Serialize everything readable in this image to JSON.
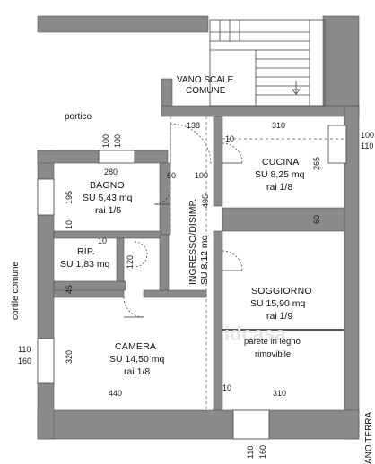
{
  "labels": {
    "stairwell_line1": "VANO SCALE",
    "stairwell_line2": "COMUNE",
    "portico": "portico",
    "courtyard": "cortile comune",
    "cut_text": "ANO TERRA"
  },
  "rooms": {
    "bagno": {
      "name": "BAGNO",
      "area": "SU 5,43 mq",
      "ratio": "rai 1/5"
    },
    "rip": {
      "name": "RIP.",
      "area": "SU 1,83 mq"
    },
    "cucina": {
      "name": "CUCINA",
      "area": "SU 8,25 mq",
      "ratio": "rai 1/8"
    },
    "ingresso": {
      "name": "INGRESSO/DISIMP.",
      "area": "SU 8,12 mq"
    },
    "soggiorno": {
      "name": "SOGGIORNO",
      "area": "SU 15,90 mq",
      "ratio": "rai 1/9"
    },
    "camera": {
      "name": "CAMERA",
      "area": "SU 14,50 mq",
      "ratio": "rai 1/8"
    }
  },
  "partition_note": {
    "line1": "parete in legno",
    "line2": "rimovibile"
  },
  "watermark": "idcasa",
  "dimensions": {
    "d100a": "100",
    "d100b": "100",
    "d138": "138",
    "d310_top": "310",
    "d100_right": "100",
    "d110_right": "110",
    "d280": "280",
    "d60_left": "60",
    "d100_mid": "100",
    "d10_cucina": "10",
    "d265": "265",
    "d195": "195",
    "d10_bagno": "10",
    "d495": "495",
    "d60_right": "60",
    "d10_rip": "10",
    "d120": "120",
    "d45": "45",
    "d320": "320",
    "d110_left": "110",
    "d160_left": "160",
    "d440": "440",
    "d10_bottom": "10",
    "d310_bottom": "310",
    "d110_bottom": "110",
    "d160_bottom": "160"
  }
}
